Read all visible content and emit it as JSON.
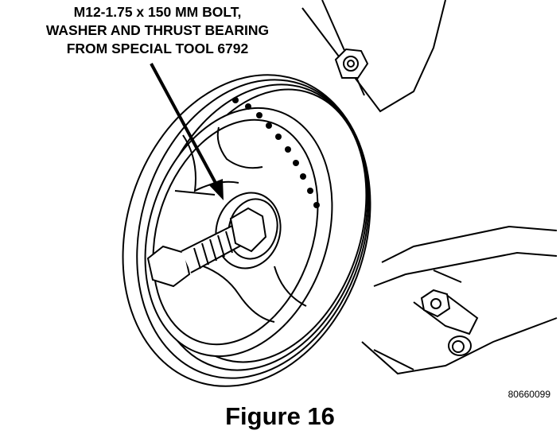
{
  "callout": {
    "lines": [
      "M12-1.75 x 150 MM BOLT,",
      "WASHER AND THRUST BEARING",
      "FROM SPECIAL TOOL 6792"
    ]
  },
  "figure_number": "80660099",
  "caption": "Figure 16"
}
